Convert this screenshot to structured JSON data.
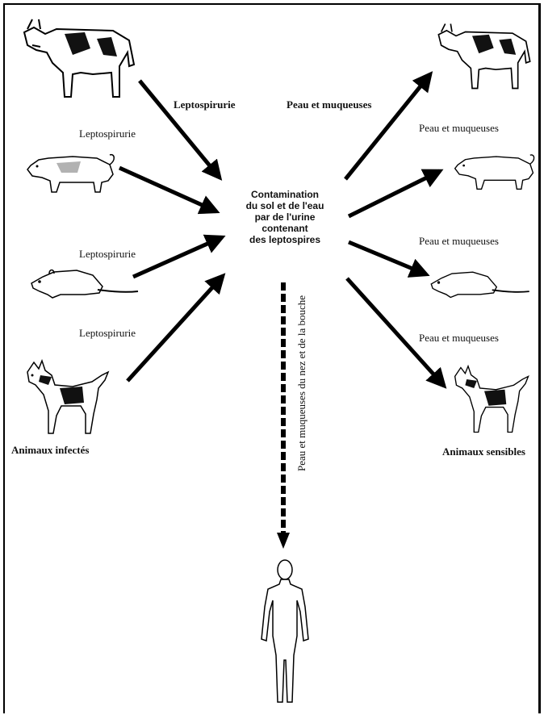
{
  "diagram": {
    "left_labels": [
      "Leptospirurie",
      "Leptospirurie",
      "Leptospirurie",
      "Leptospirurie"
    ],
    "right_labels": [
      "Peau et muqueuses",
      "Peau et muqueuses",
      "Peau et muqueuses",
      "Peau et muqueuses"
    ],
    "center_lines": [
      "Contamination",
      "du sol et de l'eau",
      "par de l'urine",
      "contenant",
      "des leptospires"
    ],
    "vertical_label": "Peau et muqueuses du nez et de la bouche",
    "infected_caption": "Animaux infectés",
    "susceptible_caption": "Animaux sensibles"
  }
}
